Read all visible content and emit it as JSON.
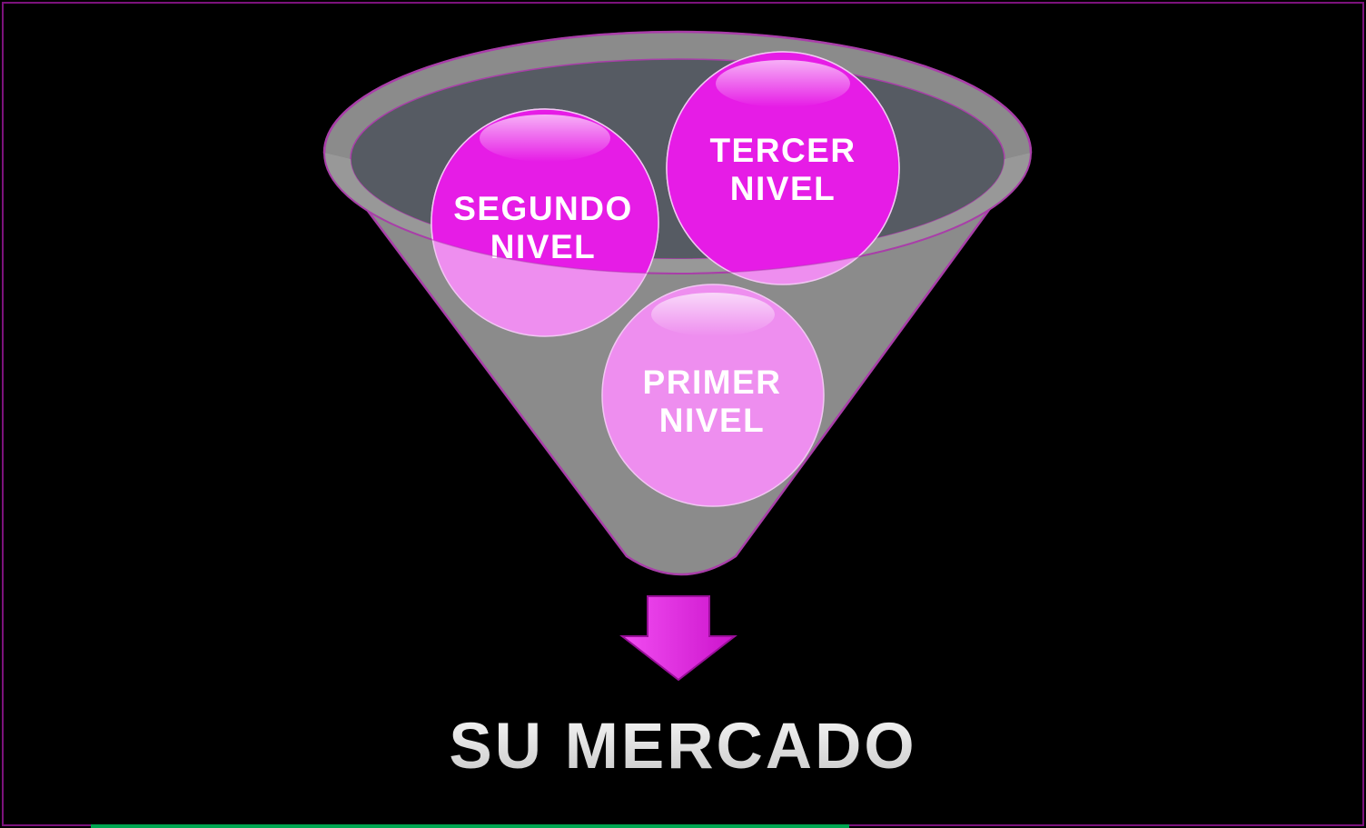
{
  "page": {
    "background": "#000000",
    "border_color": "#7c127c",
    "bottom_bar_color": "#00a651"
  },
  "funnel": {
    "body_color": "#8b8b8b",
    "lip_color": "#989898",
    "inner_color": "#565b63",
    "outline_color": "#a93ea9"
  },
  "colors": {
    "magenta": "#e61ce6",
    "pink": "#ee8eef",
    "circle_stroke": "#f2c7f3"
  },
  "levels": [
    {
      "name": "segundo-nivel",
      "line1": "SEGUNDO",
      "line2": "NIVEL"
    },
    {
      "name": "tercer-nivel",
      "line1": "TERCER",
      "line2": "NIVEL"
    },
    {
      "name": "primer-nivel",
      "line1": "PRIMER",
      "line2": "NIVEL"
    }
  ],
  "arrow": {
    "light": "#f14df1",
    "dark": "#cc14cc",
    "outline": "#9a0f9a"
  },
  "title": {
    "text": "SU MERCADO",
    "color_top": "#f7f7f7",
    "color_bottom": "#c8c8c8"
  }
}
